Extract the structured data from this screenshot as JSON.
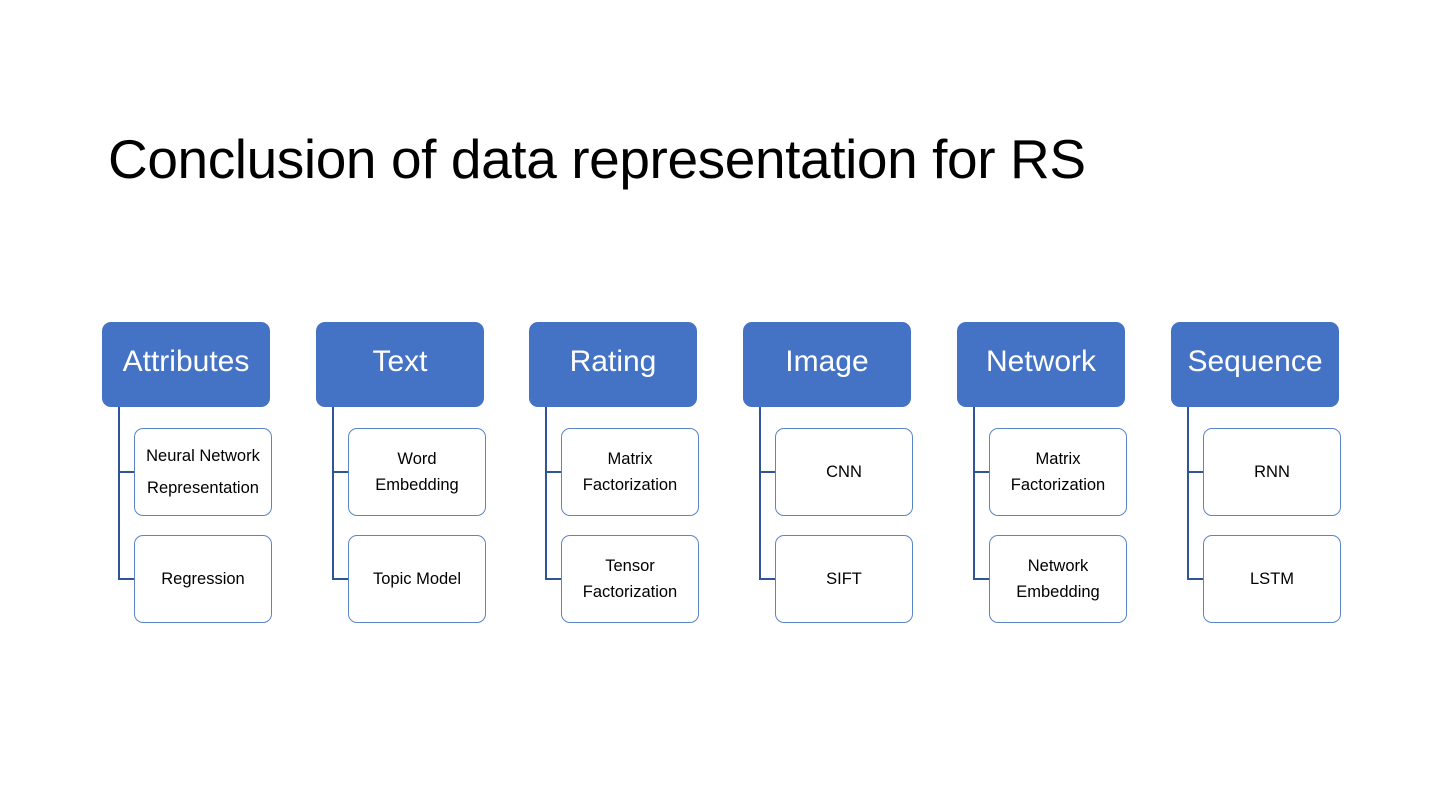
{
  "slide": {
    "title": "Conclusion of data representation for RS",
    "background_color": "#FFFFFF"
  },
  "theme": {
    "header_fill": "#4472C4",
    "header_text_color": "#FFFFFF",
    "child_border_color": "#5B85C9",
    "connector_color": "#2F5597",
    "text_color": "#000000"
  },
  "diagram": {
    "type": "horizontal-hierarchy",
    "columns": [
      {
        "header": "Attributes",
        "children": [
          "Neural Network\nRepresentation",
          "Regression"
        ]
      },
      {
        "header": "Text",
        "children": [
          "Word\nEmbedding",
          "Topic Model"
        ]
      },
      {
        "header": "Rating",
        "children": [
          "Matrix\nFactorization",
          "Tensor\nFactorization"
        ]
      },
      {
        "header": "Image",
        "children": [
          "CNN",
          "SIFT"
        ]
      },
      {
        "header": "Network",
        "children": [
          "Matrix\nFactorization",
          "Network\nEmbedding"
        ]
      },
      {
        "header": "Sequence",
        "children": [
          "RNN",
          "LSTM"
        ]
      }
    ]
  }
}
